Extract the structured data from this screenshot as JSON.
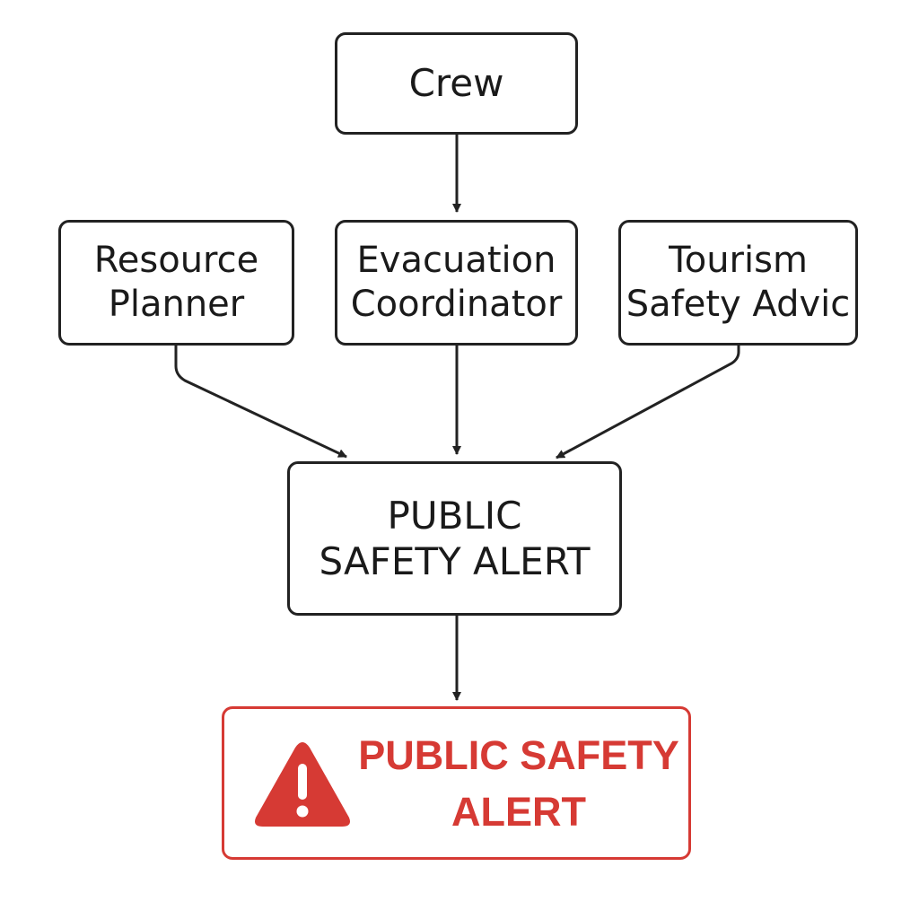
{
  "nodes": {
    "crew": {
      "lines": [
        "Crew"
      ]
    },
    "resource_planner": {
      "lines": [
        "Resource",
        "Planner"
      ]
    },
    "evacuation_coordinator": {
      "lines": [
        "Evacuation",
        "Coordinator"
      ]
    },
    "tourism_safety_advisor": {
      "lines": [
        "Tourism",
        "Safety Advic"
      ]
    },
    "public_safety_alert": {
      "lines": [
        "PUBLIC",
        "SAFETY ALERT"
      ]
    },
    "alert_banner": {
      "lines": [
        "PUBLIC SAFETY",
        "ALERT"
      ],
      "icon": "warning-triangle-icon"
    }
  },
  "edges": [
    {
      "from": "crew",
      "to": "evacuation_coordinator"
    },
    {
      "from": "resource_planner",
      "to": "public_safety_alert"
    },
    {
      "from": "evacuation_coordinator",
      "to": "public_safety_alert"
    },
    {
      "from": "tourism_safety_advisor",
      "to": "public_safety_alert"
    },
    {
      "from": "public_safety_alert",
      "to": "alert_banner"
    }
  ],
  "colors": {
    "stroke": "#222222",
    "alert": "#d63a34"
  }
}
